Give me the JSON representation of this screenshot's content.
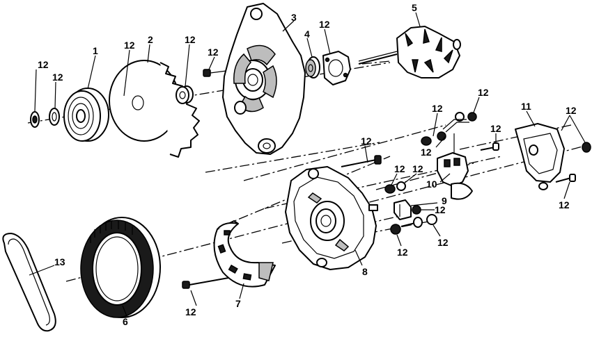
{
  "callouts": {
    "c1": "1",
    "c2": "2",
    "c3": "3",
    "c4": "4",
    "c5": "5",
    "c6": "6",
    "c7": "7",
    "c8": "8",
    "c9": "9",
    "c10": "10",
    "c11": "11",
    "c13": "13",
    "c12": "12"
  }
}
